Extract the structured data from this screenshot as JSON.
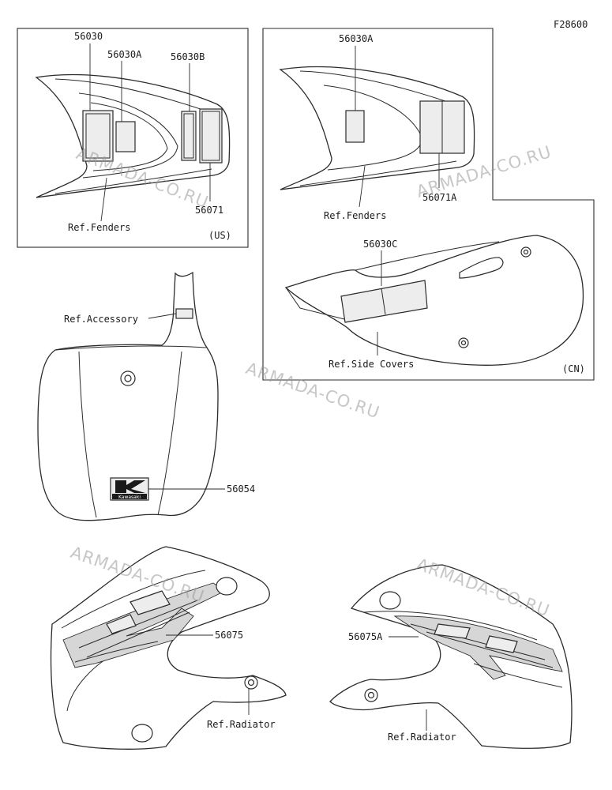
{
  "diagram_code": "F28600",
  "watermark": "ARMADA-CO.RU",
  "us_panel": {
    "labels": {
      "decal_a": "56030",
      "decal_b": "56030A",
      "decal_c": "56030B",
      "decal_d": "56071",
      "ref": "Ref.Fenders",
      "region": "(US)"
    }
  },
  "cn_panel": {
    "labels": {
      "decal_a": "56030A",
      "decal_b": "56071A",
      "ref_fenders": "Ref.Fenders",
      "decal_c": "56030C",
      "ref_covers": "Ref.Side Covers",
      "region": "(CN)"
    }
  },
  "number_plate": {
    "labels": {
      "ref": "Ref.Accessory",
      "decal": "56054",
      "logo": "Kawasaki"
    }
  },
  "shroud_left": {
    "labels": {
      "decal": "56075",
      "ref": "Ref.Radiator"
    }
  },
  "shroud_right": {
    "labels": {
      "decal": "56075A",
      "ref": "Ref.Radiator"
    }
  }
}
